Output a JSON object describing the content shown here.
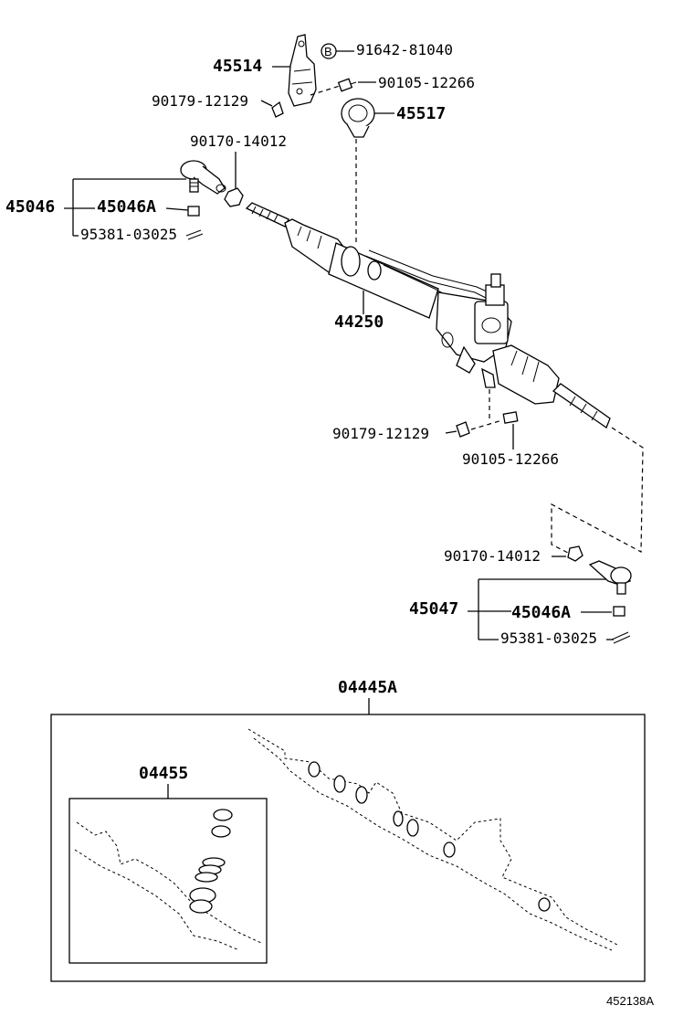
{
  "labels": {
    "p91642": "91642-81040",
    "p45514": "45514",
    "p90105_top": "90105-12266",
    "p90179_top": "90179-12129",
    "p45517": "45517",
    "p90170_top": "90170-14012",
    "p45046": "45046",
    "p45046A_top": "45046A",
    "p95381_top": "95381-03025",
    "p44250": "44250",
    "p90179_mid": "90179-12129",
    "p90105_mid": "90105-12266",
    "p90170_bot": "90170-14012",
    "p45047": "45047",
    "p45046A_bot": "45046A",
    "p95381_bot": "95381-03025",
    "p04445A": "04445A",
    "p04455": "04455",
    "badgeB": "B",
    "figure_id": "452138A"
  }
}
